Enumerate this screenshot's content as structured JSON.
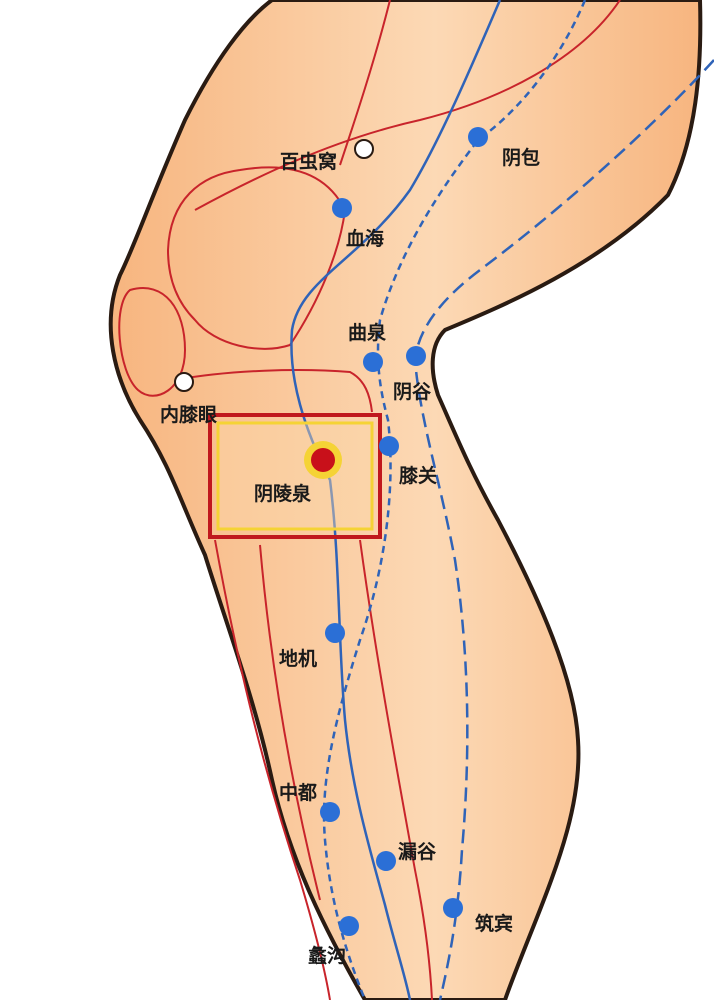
{
  "colors": {
    "skin": "#f7b57f",
    "skin_light": "#fcd9b5",
    "outline": "#2a1b12",
    "red_line": "#c8242b",
    "blue_line": "#2f63b8",
    "dot": "#2b6fd6",
    "highlight_box": "#c0181d",
    "highlight_inner": "#f5d335",
    "target_dot": "#c8101a"
  },
  "labels": {
    "baichongwo": "百虫窝",
    "yinbao": "阴包",
    "xuehai": "血海",
    "ququan": "曲泉",
    "yingu": "阴谷",
    "neixiyan": "内膝眼",
    "xiguan": "膝关",
    "yinlingquan": "阴陵泉",
    "diji": "地机",
    "zhongdu": "中都",
    "lougu": "漏谷",
    "zhubin": "筑宾",
    "ligou": "蠡沟"
  }
}
